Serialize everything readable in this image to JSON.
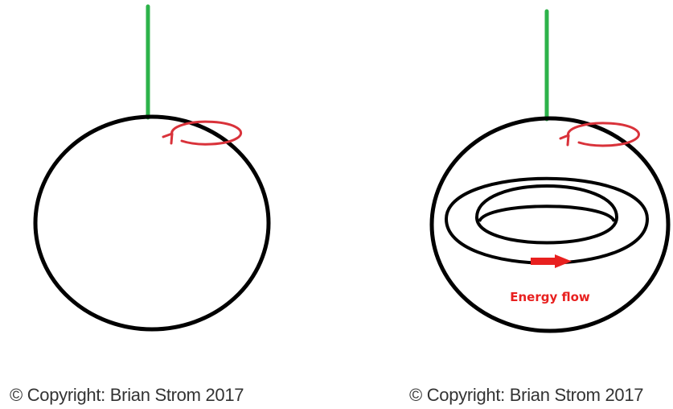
{
  "colors": {
    "outline": "#000000",
    "axis": "#2db34a",
    "rotation": "#d9323a",
    "energy": "#e8201f"
  },
  "figures": [
    {
      "id": "plain-sphere",
      "has_torus": false,
      "copyright": "© Copyright: Brian Strom 2017"
    },
    {
      "id": "sphere-with-torus",
      "has_torus": true,
      "energy_label": "Energy flow",
      "copyright": "© Copyright: Brian Strom 2017"
    }
  ]
}
